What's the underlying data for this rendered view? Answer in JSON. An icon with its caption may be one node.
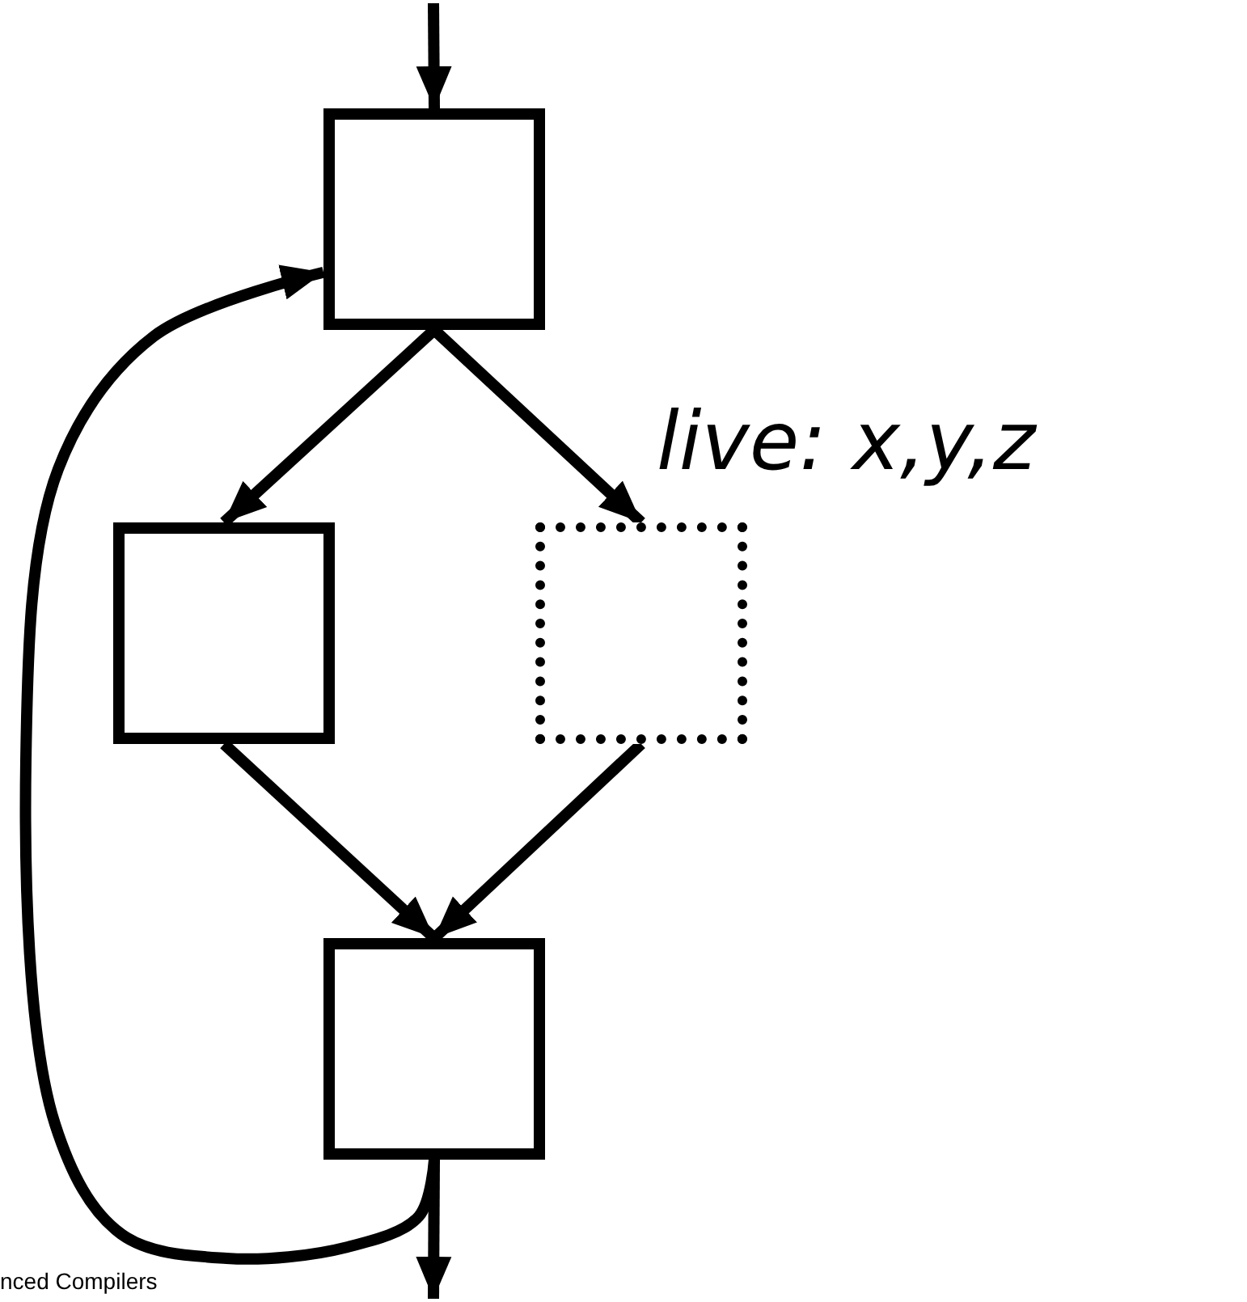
{
  "diagram": {
    "nodes": [
      {
        "text": [],
        "shape": "box"
      },
      {
        "text": [],
        "shape": "box"
      },
      {
        "text": [],
        "shape": "box",
        "beside": [
          "live: x,y,z"
        ]
      },
      {
        "text": [],
        "shape": "box"
      }
    ],
    "edges": [
      {
        "from": null,
        "to": 0,
        "arrow": "to"
      },
      {
        "from": 0,
        "to": 1,
        "arrow": "to"
      },
      {
        "from": 0,
        "to": 2,
        "arrow": "to"
      },
      {
        "from": 1,
        "to": 3,
        "arrow": "to"
      },
      {
        "from": 2,
        "to": 3,
        "arrow": "to"
      },
      {
        "from": 3,
        "to": 0,
        "arrow": "to"
      },
      {
        "from": 3,
        "to": null,
        "arrow": "to"
      }
    ],
    "labels": [
      "nced Compilers"
    ]
  }
}
